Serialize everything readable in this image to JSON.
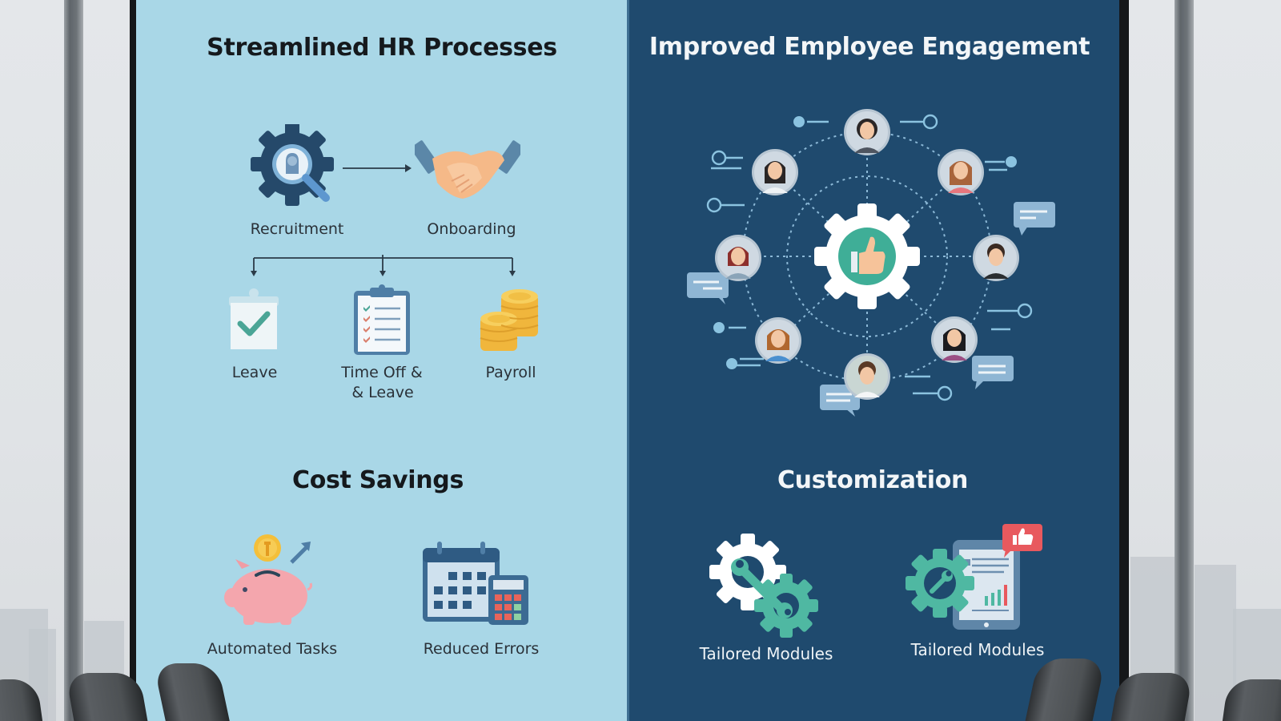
{
  "scene": {
    "background": "office window with city view",
    "colors": {
      "left_panel": "#a9d7e7",
      "right_panel": "#1f4a6e",
      "accent_teal": "#4fb8a2",
      "coin_gold": "#f2c14e",
      "piggy_pink": "#f4a6ad",
      "thumb_red": "#e8595e"
    }
  },
  "sections": {
    "hr_processes": {
      "title": "Streamlined HR Processes",
      "flow": [
        {
          "label": "Recruitment",
          "icon": "gear-magnifier-icon"
        },
        {
          "label": "Onboarding",
          "icon": "handshake-icon"
        }
      ],
      "branches": [
        {
          "label": "Leave",
          "icon": "checkbox-icon"
        },
        {
          "label_line1": "Time Off &",
          "label_line2": "& Leave",
          "icon": "clipboard-checklist-icon"
        },
        {
          "label": "Payroll",
          "icon": "coins-stack-icon"
        }
      ]
    },
    "engagement": {
      "title": "Improved Employee Engagement",
      "center_icon": "gear-thumbs-up-icon",
      "people_count": 8
    },
    "cost_savings": {
      "title": "Cost Savings",
      "items": [
        {
          "label": "Automated Tasks",
          "icon": "piggy-bank-icon"
        },
        {
          "label": "Reduced Errors",
          "icon": "calendar-calculator-icon"
        }
      ]
    },
    "customization": {
      "title": "Customization",
      "items": [
        {
          "label": "Tailored Modules",
          "icon": "gears-wrench-icon"
        },
        {
          "label": "Tailored Modules",
          "icon": "tablet-gear-icon"
        }
      ]
    }
  }
}
